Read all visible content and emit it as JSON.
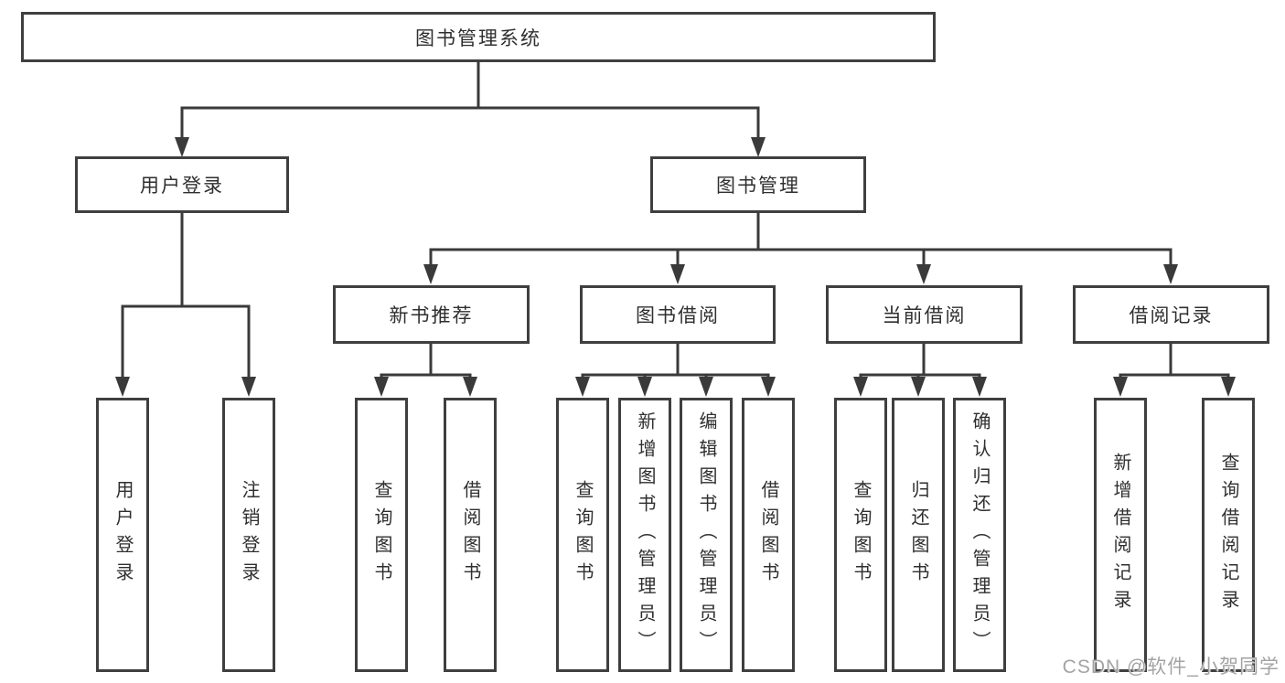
{
  "tree": {
    "label": "图书管理系统",
    "children": [
      {
        "label": "用户登录",
        "children": [
          {
            "label": "用户登录"
          },
          {
            "label": "注销登录"
          }
        ]
      },
      {
        "label": "图书管理",
        "children": [
          {
            "label": "新书推荐",
            "children": [
              {
                "label": "查询图书"
              },
              {
                "label": "借阅图书"
              }
            ]
          },
          {
            "label": "图书借阅",
            "children": [
              {
                "label": "查询图书"
              },
              {
                "label": "新增图书（管理员）"
              },
              {
                "label": "编辑图书（管理员）"
              },
              {
                "label": "借阅图书"
              }
            ]
          },
          {
            "label": "当前借阅",
            "children": [
              {
                "label": "查询图书"
              },
              {
                "label": "归还图书"
              },
              {
                "label": "确认归还（管理员）"
              }
            ]
          },
          {
            "label": "借阅记录",
            "children": [
              {
                "label": "新增借阅记录"
              },
              {
                "label": "查询借阅记录"
              }
            ]
          }
        ]
      }
    ]
  },
  "watermark": {
    "text": "CSDN @软件_小贺同学"
  },
  "colors": {
    "line": "#3a3a3a",
    "border": "#3f3f3f",
    "text": "#2f2f2f",
    "watermark": "#a3a3a3",
    "background": "#ffffff"
  }
}
